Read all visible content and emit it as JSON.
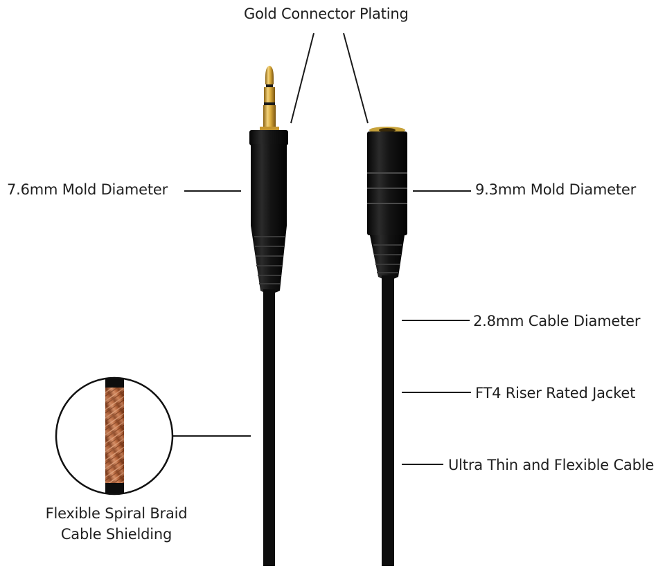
{
  "callouts": {
    "gold_plating": "Gold Connector Plating",
    "mold_left": "7.6mm Mold Diameter",
    "mold_right": "9.3mm Mold Diameter",
    "cable_diameter": "2.8mm Cable Diameter",
    "jacket": "FT4 Riser Rated Jacket",
    "flexible": "Ultra Thin and Flexible Cable",
    "braid_line1": "Flexible Spiral Braid",
    "braid_line2": "Cable Shielding"
  },
  "colors": {
    "background": "#ffffff",
    "cable": "#0d0d0d",
    "gold": "#d4a52c",
    "copper": "#b5643a",
    "leader_line": "#1a1a1a"
  }
}
